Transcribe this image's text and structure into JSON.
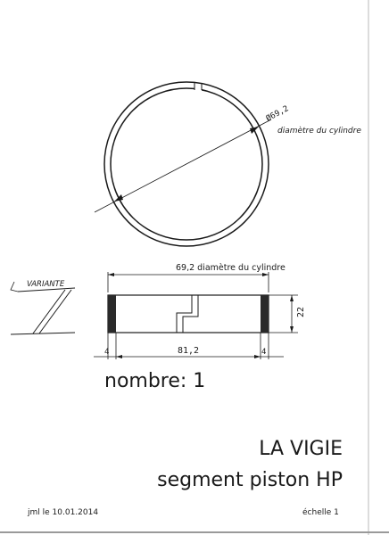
{
  "ring_top": {
    "dim_label": "Ø69,2",
    "dim_note": "diamètre du cylindre"
  },
  "side_view": {
    "variant_label": "VARIANTE",
    "top_dim": "69,2 diamètre du cylindre",
    "height_dim": "22",
    "left_thk": "4",
    "center_len": "81,2",
    "right_thk": "4"
  },
  "quantity_text": "nombre: 1",
  "title": {
    "line1": "LA VIGIE",
    "line2": "segment piston HP"
  },
  "footer": {
    "author_date": "jml le 10.01.2014",
    "scale": "échelle 1"
  }
}
